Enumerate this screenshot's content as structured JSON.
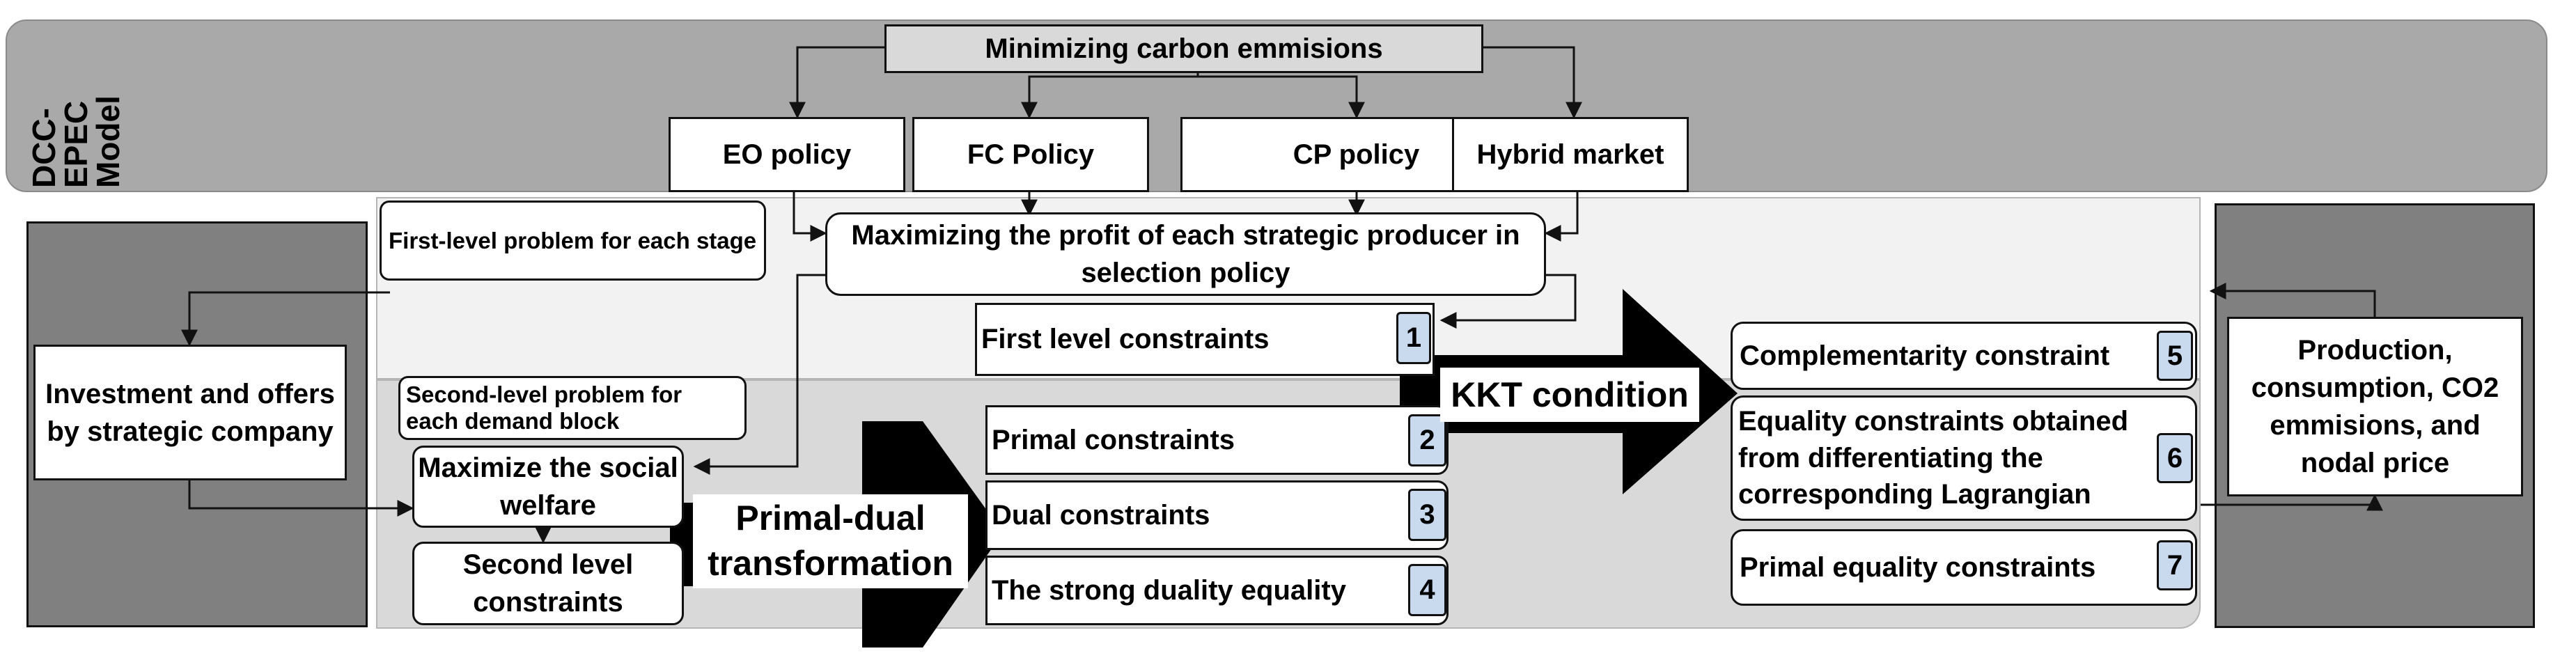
{
  "model_label": [
    "DCC-",
    "EPEC",
    "Model"
  ],
  "objective": "Minimizing carbon emmisions",
  "policies": [
    "EO policy",
    "FC Policy",
    "CP policy",
    "Hybrid market"
  ],
  "first_level_note": "First-level problem for each stage",
  "upper_problem": "Maximizing the profit of each strategic producer in selection policy",
  "first_level_constraints": "First level constraints",
  "second_level_note": "Second-level problem for each demand block",
  "investment": "Investment and offers by strategic company",
  "maximize_welfare": "Maximize the social welfare",
  "second_level_constraints": "Second level constraints",
  "primal_dual": "Primal-dual transformation",
  "kkt": "KKT condition",
  "constraints_list": [
    {
      "label": "Primal constraints",
      "num": "2"
    },
    {
      "label": "Dual constraints",
      "num": "3"
    },
    {
      "label": "The strong duality equality",
      "num": "4"
    }
  ],
  "first_num": "1",
  "kkt_outputs": [
    {
      "label": "Complementarity constraint",
      "num": "5"
    },
    {
      "label": "Equality constraints obtained from differentiating the corresponding Lagrangian",
      "num": "6"
    },
    {
      "label": "Primal equality constraints",
      "num": "7"
    }
  ],
  "outputs": "Production, consumption, CO2 emmisions, and nodal price",
  "colors": {
    "model_band": "#a9a9a9",
    "upper_panel": "#f2f2f2",
    "lower_panel": "#d9d9d9",
    "side_boxes": "#808080",
    "objective_box": "#d9d9d9",
    "number_badge": "#c9d9ee"
  }
}
